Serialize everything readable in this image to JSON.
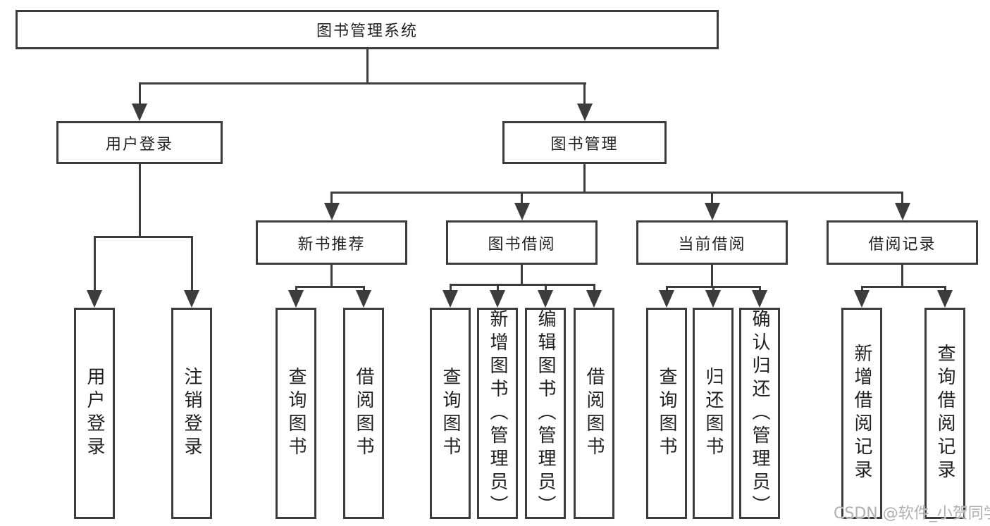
{
  "diagram": {
    "type": "hierarchy-tree",
    "title": "图书管理系统"
  },
  "nodes": [
    {
      "id": "root",
      "label": "图书管理系统",
      "level": 1,
      "parent": null
    },
    {
      "id": "user-login",
      "label": "用户登录",
      "level": 2,
      "parent": "root"
    },
    {
      "id": "book-mgmt",
      "label": "图书管理",
      "level": 2,
      "parent": "root"
    },
    {
      "id": "new-book-rec",
      "label": "新书推荐",
      "level": 3,
      "parent": "book-mgmt"
    },
    {
      "id": "book-borrow",
      "label": "图书借阅",
      "level": 3,
      "parent": "book-mgmt"
    },
    {
      "id": "current-borrow",
      "label": "当前借阅",
      "level": 3,
      "parent": "book-mgmt"
    },
    {
      "id": "borrow-records",
      "label": "借阅记录",
      "level": 3,
      "parent": "book-mgmt"
    },
    {
      "id": "user-login-leaf",
      "label": "用户登录",
      "level": 4,
      "parent": "user-login"
    },
    {
      "id": "logout-leaf",
      "label": "注销登录",
      "level": 4,
      "parent": "user-login"
    },
    {
      "id": "rec-query",
      "label": "查询图书",
      "level": 4,
      "parent": "new-book-rec"
    },
    {
      "id": "rec-borrow",
      "label": "借阅图书",
      "level": 4,
      "parent": "new-book-rec"
    },
    {
      "id": "bb-query",
      "label": "查询图书",
      "level": 4,
      "parent": "book-borrow"
    },
    {
      "id": "bb-add",
      "label": "新增图书（管理员）",
      "level": 4,
      "parent": "book-borrow"
    },
    {
      "id": "bb-edit",
      "label": "编辑图书（管理员）",
      "level": 4,
      "parent": "book-borrow"
    },
    {
      "id": "bb-borrow",
      "label": "借阅图书",
      "level": 4,
      "parent": "book-borrow"
    },
    {
      "id": "cb-query",
      "label": "查询图书",
      "level": 4,
      "parent": "current-borrow"
    },
    {
      "id": "cb-return",
      "label": "归还图书",
      "level": 4,
      "parent": "current-borrow"
    },
    {
      "id": "cb-confirm",
      "label": "确认归还（管理员）",
      "level": 4,
      "parent": "current-borrow"
    },
    {
      "id": "br-add",
      "label": "新增借阅记录",
      "level": 4,
      "parent": "borrow-records"
    },
    {
      "id": "br-query",
      "label": "查询借阅记录",
      "level": 4,
      "parent": "borrow-records"
    }
  ],
  "colors": {
    "line": "#3c3c3c",
    "border": "#3c3c3c",
    "text": "#1f1f1f",
    "background": "#ffffff",
    "watermark": "#b0b0b0"
  },
  "watermark": {
    "text": "CSDN @软件_小贺同学"
  }
}
